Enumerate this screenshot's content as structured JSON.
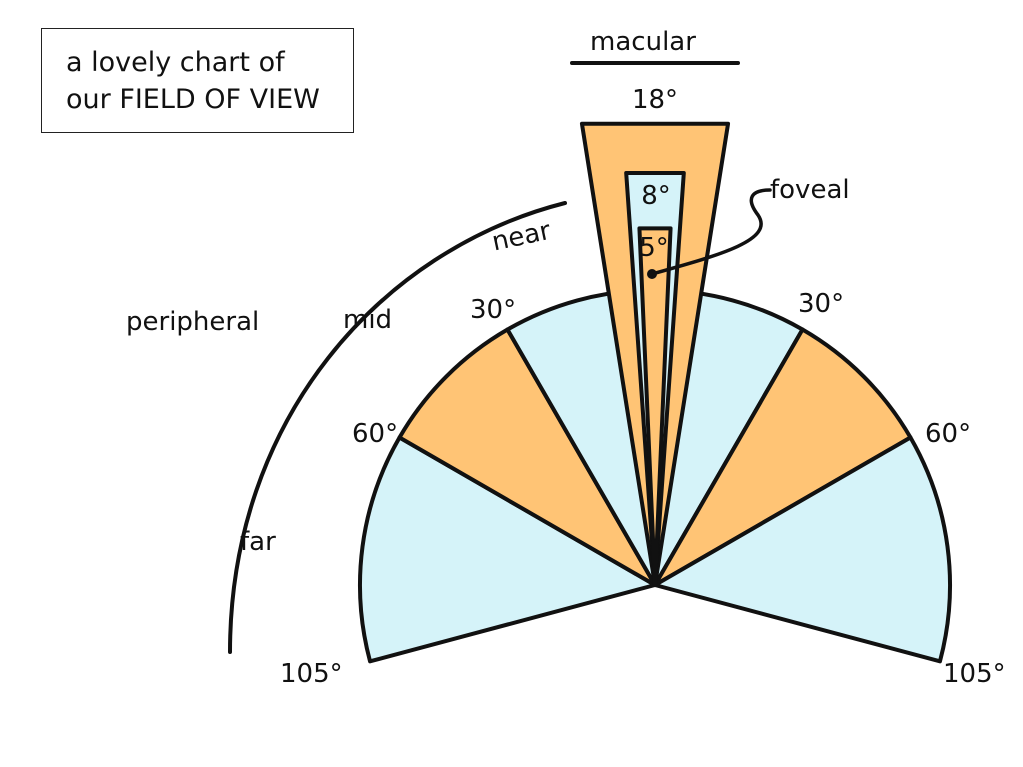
{
  "title": {
    "line1": "a lovely chart of",
    "line2": "our FIELD OF VIEW"
  },
  "colors": {
    "orange": "#FFC475",
    "blue": "#D5F3F9",
    "stroke": "#111111"
  },
  "chart_data": {
    "type": "diagram",
    "wedges_deg": [
      {
        "from": -105,
        "to": -60,
        "color": "blue",
        "ring": "outer"
      },
      {
        "from": -60,
        "to": -30,
        "color": "orange",
        "ring": "outer"
      },
      {
        "from": -30,
        "to": 30,
        "color": "blue",
        "ring": "outer"
      },
      {
        "from": 30,
        "to": 60,
        "color": "orange",
        "ring": "outer"
      },
      {
        "from": 60,
        "to": 105,
        "color": "blue",
        "ring": "outer"
      },
      {
        "from": -9,
        "to": 9,
        "color": "orange",
        "ring": "macular"
      },
      {
        "from": -4,
        "to": 4,
        "color": "blue",
        "ring": "paracentral"
      },
      {
        "from": -2.5,
        "to": 2.5,
        "color": "orange",
        "ring": "foveal"
      }
    ]
  },
  "labels": {
    "macular": "macular",
    "deg18": "18°",
    "deg8": "8°",
    "deg5": "5°",
    "foveal": "foveal",
    "near": "near",
    "mid": "mid",
    "peripheral": "peripheral",
    "far": "far",
    "deg30_left": "30°",
    "deg30_right": "30°",
    "deg60_left": "60°",
    "deg60_right": "60°",
    "deg105_left": "105°",
    "deg105_right": "105°"
  }
}
